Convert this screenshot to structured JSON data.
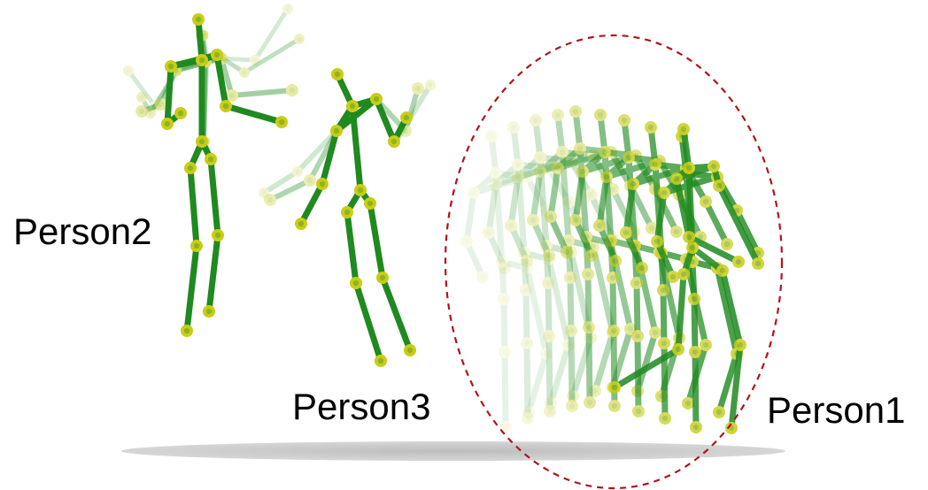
{
  "labels": {
    "person1": "Person1",
    "person2": "Person2",
    "person3": "Person3"
  },
  "colors": {
    "bone": "#1f8a1f",
    "joint": "#c9cc1a",
    "joint_core": "#8fb516",
    "highlight_ellipse": "#b0141a",
    "ground_shadow": "#bdbdbd"
  }
}
